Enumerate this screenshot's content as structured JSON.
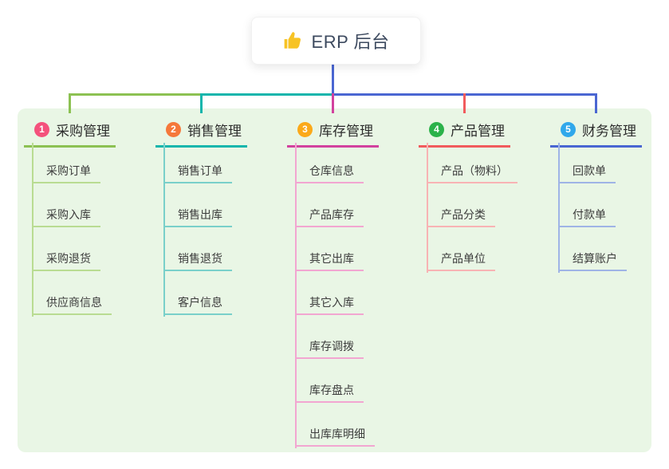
{
  "root": {
    "label": "ERP 后台",
    "icon": "thumbs-up-icon"
  },
  "colors": {
    "canvas_bg": "#ffffff",
    "panel_bg": "#e9f6e5",
    "root_connector": "#4a66d2",
    "root_text": "#3d4a5f",
    "thumb_yellow": "#f7c325"
  },
  "branches": [
    {
      "number": "1",
      "title": "采购管理",
      "color": "#8cc152",
      "light_color": "#b9dc92",
      "badge_color": "#f4517c",
      "items": [
        "采购订单",
        "采购入库",
        "采购退货",
        "供应商信息"
      ]
    },
    {
      "number": "2",
      "title": "销售管理",
      "color": "#13b5ac",
      "light_color": "#79d0ca",
      "badge_color": "#f5783a",
      "items": [
        "销售订单",
        "销售出库",
        "销售退货",
        "客户信息"
      ]
    },
    {
      "number": "3",
      "title": "库存管理",
      "color": "#d2419e",
      "light_color": "#f2a6d1",
      "badge_color": "#fba919",
      "items": [
        "仓库信息",
        "产品库存",
        "其它出库",
        "其它入库",
        "库存调拨",
        "库存盘点",
        "出库库明细"
      ]
    },
    {
      "number": "4",
      "title": "产品管理",
      "color": "#f15b5d",
      "light_color": "#f8b3b4",
      "badge_color": "#2bb24a",
      "items": [
        "产品（物料）",
        "产品分类",
        "产品单位"
      ]
    },
    {
      "number": "5",
      "title": "财务管理",
      "color": "#4a66d2",
      "light_color": "#9fb4e6",
      "badge_color": "#30a8eb",
      "items": [
        "回款单",
        "付款单",
        "结算账户"
      ]
    }
  ]
}
